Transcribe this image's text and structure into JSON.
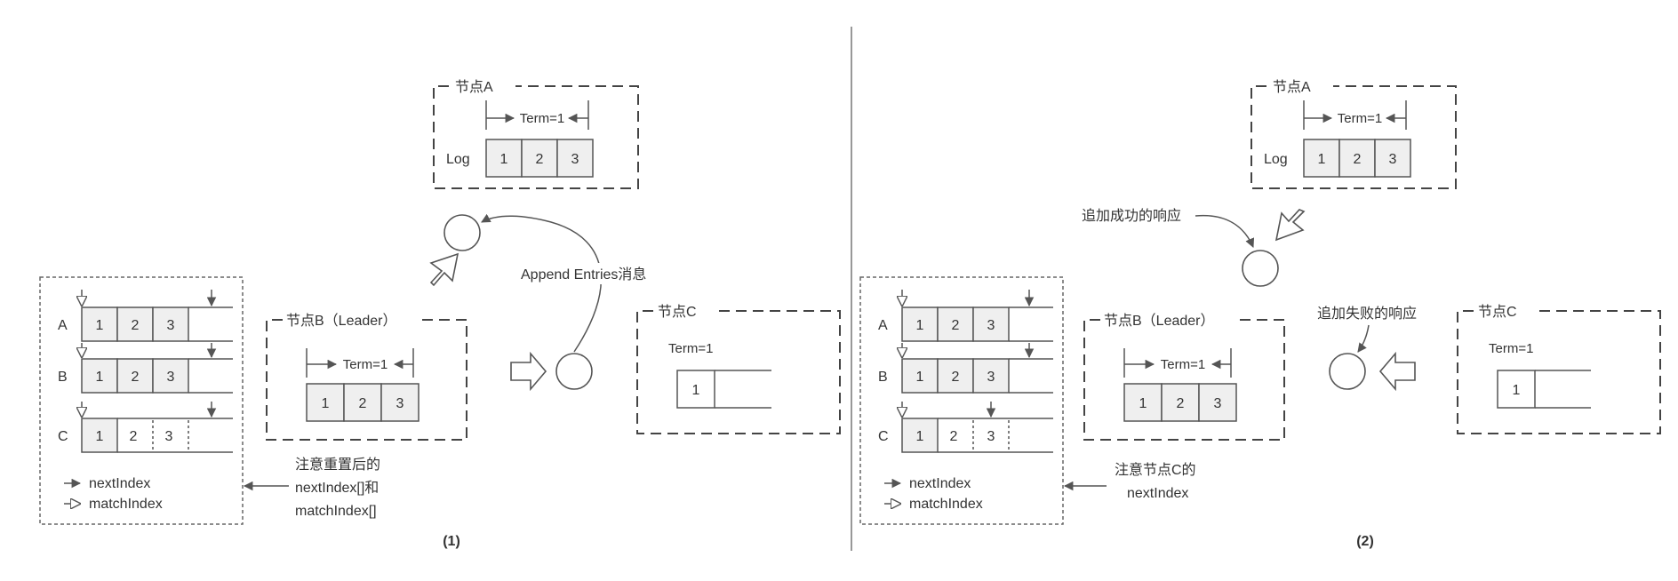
{
  "labels": {
    "node_a": "节点A",
    "node_b": "节点B（Leader）",
    "node_c": "节点C",
    "term": "Term=1",
    "log": "Log",
    "rows": [
      "A",
      "B",
      "C"
    ],
    "v1": "1",
    "v2": "2",
    "v3": "3",
    "legend_next": "nextIndex",
    "legend_match": "matchIndex"
  },
  "left": {
    "append_msg": "Append Entries消息",
    "note_line1": "注意重置后的",
    "note_line2": "nextIndex[]和",
    "note_line3": "matchIndex[]",
    "caption": "(1)"
  },
  "right": {
    "success_resp": "追加成功的响应",
    "fail_resp": "追加失败的响应",
    "note_line1": "注意节点C的",
    "note_line2": "nextIndex",
    "caption": "(2)"
  }
}
